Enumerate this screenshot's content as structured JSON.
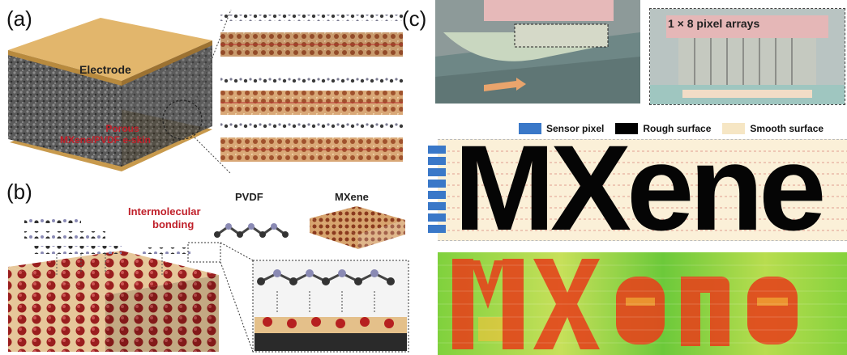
{
  "panels": {
    "a": {
      "letter": "(a)",
      "electrode_label": "Electrode",
      "eskin_label_line1": "Porous",
      "eskin_label_line2": "MXene/PVDF e-skin"
    },
    "b": {
      "letter": "(b)",
      "bonding_label_line1": "Intermolecular",
      "bonding_label_line2": "bonding",
      "pvdf_label": "PVDF",
      "mxene_label": "MXene"
    },
    "c": {
      "letter": "(c)",
      "pixel_array_label": "1 × 8 pixel arrays",
      "legend": [
        {
          "label": "Sensor pixel",
          "color": "#3a78c8"
        },
        {
          "label": "Rough surface",
          "color": "#000000"
        },
        {
          "label": "Smooth surface",
          "color": "#f6e6c4"
        }
      ],
      "word": "MXene"
    }
  },
  "colors": {
    "electrode": "#e2b66c",
    "red_text": "#c0202a",
    "sensor_blue": "#3a78c8"
  }
}
